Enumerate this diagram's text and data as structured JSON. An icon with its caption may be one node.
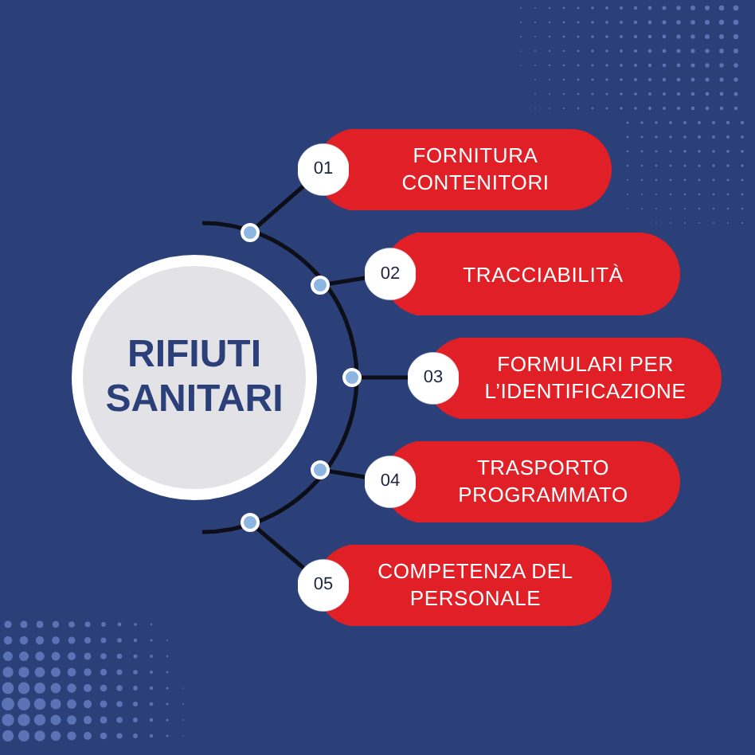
{
  "diagram": {
    "nodes": [
      {
        "text": [
          "RIFIUTI SANITARI"
        ]
      },
      {
        "text": [],
        "shape": "circle"
      },
      {
        "text": [
          "01"
        ]
      },
      {
        "text": [
          "FORNITURA CONTENITORI"
        ]
      },
      {
        "text": [],
        "shape": "circle"
      },
      {
        "text": [
          "02"
        ]
      },
      {
        "text": [
          "TRACCIABILITÀ"
        ]
      },
      {
        "text": [],
        "shape": "circle"
      },
      {
        "text": [
          "03"
        ]
      },
      {
        "text": [
          "FORMULARI PER L’IDENTIFICAZIONE"
        ]
      },
      {
        "text": [],
        "shape": "circle"
      },
      {
        "text": [
          "04"
        ]
      },
      {
        "text": [
          "TRASPORTO PROGRAMMATO"
        ]
      },
      {
        "text": [],
        "shape": "circle"
      },
      {
        "text": [
          "05"
        ]
      },
      {
        "text": [
          "COMPETENZA DEL PERSONALE"
        ]
      }
    ],
    "edges": [
      {
        "from": 1,
        "to": 2,
        "arrow": "none"
      },
      {
        "from": 4,
        "to": 5,
        "arrow": "none"
      },
      {
        "from": 7,
        "to": 8,
        "arrow": "none"
      },
      {
        "from": 10,
        "to": 11,
        "arrow": "none"
      },
      {
        "from": 13,
        "to": 14,
        "arrow": "none"
      }
    ]
  }
}
